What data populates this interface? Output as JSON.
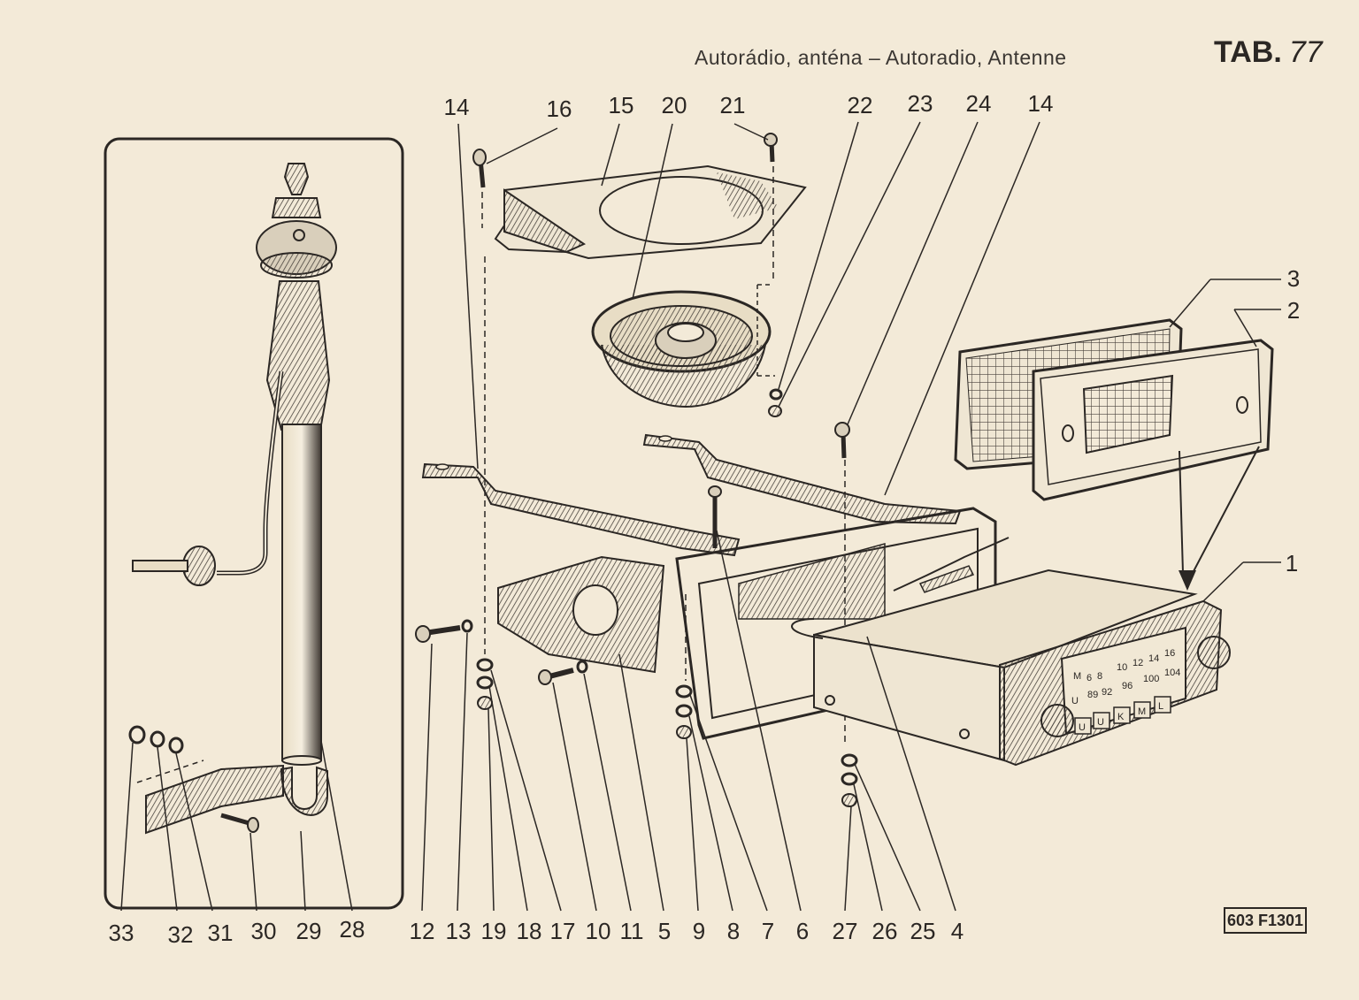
{
  "header": {
    "title": "Autorádio, anténa – Autoradio, Antenne",
    "tab_label": "TAB.",
    "tab_number": "77"
  },
  "top_callouts": [
    "14",
    "16",
    "15",
    "20",
    "21",
    "22",
    "23",
    "24",
    "14"
  ],
  "right_callouts": [
    "3",
    "2",
    "1"
  ],
  "bottom_callouts": [
    "33",
    "32",
    "31",
    "30",
    "29",
    "28",
    "12",
    "13",
    "19",
    "18",
    "17",
    "10",
    "11",
    "5",
    "9",
    "8",
    "7",
    "6",
    "27",
    "26",
    "25",
    "4"
  ],
  "radio_dial": {
    "row_m": [
      "M",
      "6",
      "8",
      "10",
      "12",
      "14",
      "16"
    ],
    "row_u": [
      "U",
      "89",
      "92",
      "96",
      "100",
      "104"
    ],
    "buttons": [
      "U",
      "U",
      "K",
      "M",
      "L"
    ]
  },
  "drawing_ref": "603 F1301",
  "colors": {
    "paper": "#f3ead8",
    "ink": "#2b2724",
    "shade": "#6b635a"
  }
}
